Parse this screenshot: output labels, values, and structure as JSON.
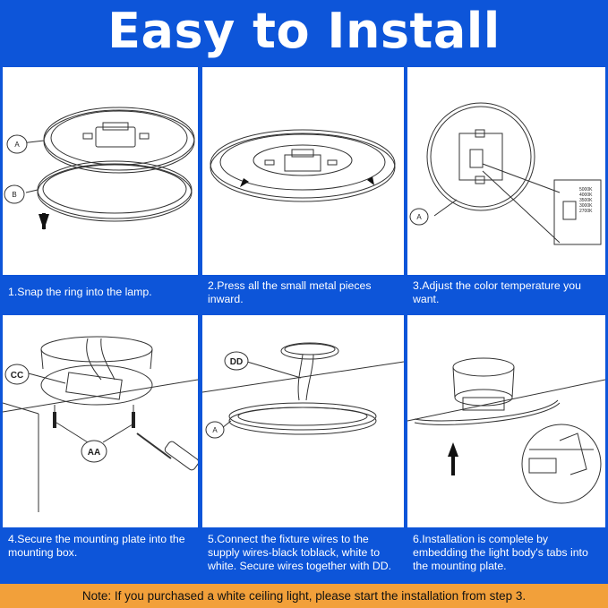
{
  "title": "Easy to Install",
  "steps": [
    {
      "caption": "1.Snap the ring into the lamp.",
      "labels": [
        "A",
        "B"
      ]
    },
    {
      "caption": "2.Press all the small metal pieces inward."
    },
    {
      "caption": "3.Adjust the color temperature you want.",
      "labels": [
        "A"
      ],
      "temps": [
        "5000K",
        "4000K",
        "3500K",
        "3000K",
        "2700K"
      ]
    },
    {
      "caption": "4.Secure the mounting plate into the mounting box.",
      "labels": [
        "CC",
        "AA"
      ]
    },
    {
      "caption": "5.Connect the fixture wires to the supply wires-black toblack, white to white. Secure wires together with DD.",
      "labels": [
        "DD",
        "A"
      ]
    },
    {
      "caption": "6.Installation is complete by embedding the light body's tabs into the mounting plate."
    }
  ],
  "note": "Note: If you purchased a white ceiling light, please start the installation from step 3.",
  "colors": {
    "brand_blue": "#0d55d9",
    "note_orange": "#f2a03a"
  }
}
